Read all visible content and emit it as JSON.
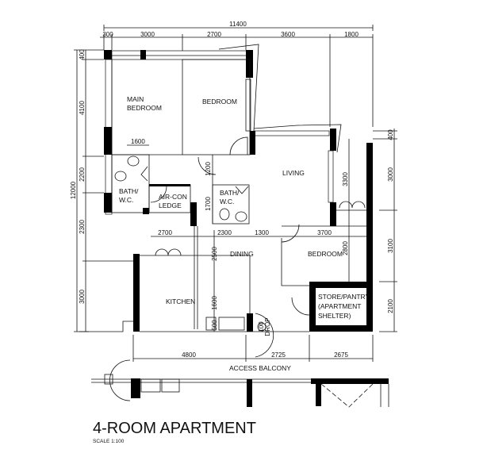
{
  "title": "4-ROOM APARTMENT",
  "scale": "SCALE  1:100",
  "rooms": {
    "main_bedroom_1": "MAIN",
    "main_bedroom_2": "BEDROOM",
    "bedroom_1": "BEDROOM",
    "bath_left_1": "BATH/",
    "bath_left_2": "W.C.",
    "aircon_1": "AIR-CON",
    "aircon_2": "LEDGE",
    "bath_right_1": "BATH/",
    "bath_right_2": "W.C.",
    "living": "LIVING",
    "dining": "DINING",
    "bedroom_2": "BEDROOM",
    "kitchen": "KITCHEN",
    "store_1": "STORE/PANTRY",
    "store_2": "(APARTMENT",
    "store_3": "SHELTER)",
    "access_balcony": "ACCESS BALCONY",
    "drop_1": "100",
    "drop_2": "DROP"
  },
  "dimensions": {
    "top_total": "11400",
    "top": [
      "300",
      "3000",
      "2700",
      "3600",
      "1800"
    ],
    "left_total": "12000",
    "left": [
      "400",
      "4100",
      "2200",
      "2300",
      "3000"
    ],
    "right": [
      "400",
      "3000",
      "3100",
      "2100"
    ],
    "bottom": [
      "4800",
      "2725",
      "2675"
    ],
    "interior": {
      "bath_width": "1600",
      "corridor_1": "1200",
      "bath2_depth": "1700",
      "row_2700": "2700",
      "row_2300": "2300",
      "row_1300": "1300",
      "row_3700": "3700",
      "dining_2500": "2500",
      "kitchen_1600": "1600",
      "kitchen_500": "500",
      "bedroom_2800": "2800",
      "living_3300": "3300"
    }
  }
}
